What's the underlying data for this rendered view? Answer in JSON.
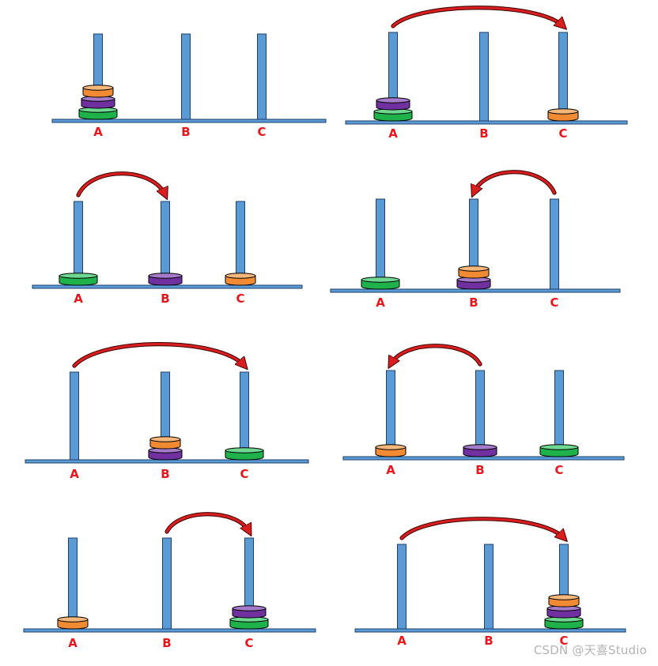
{
  "colors": {
    "rod": "#5b9bd5",
    "rod_stroke": "#1f3f6a",
    "arrow_fill": "#d81e1e",
    "label": "#e8161b",
    "disks": {
      "small": {
        "fill": "#f08a33",
        "top": "#f6b77a"
      },
      "medium": {
        "fill": "#7030a0",
        "top": "#a47ac9"
      },
      "large": {
        "fill": "#1fb24a",
        "top": "#6fd890"
      }
    }
  },
  "peg_labels": [
    "A",
    "B",
    "C"
  ],
  "panels": [
    {
      "id": "state-1",
      "stacks": {
        "A": [
          "large",
          "medium",
          "small"
        ],
        "B": [],
        "C": []
      },
      "move": null
    },
    {
      "id": "state-2",
      "stacks": {
        "A": [
          "large",
          "medium"
        ],
        "B": [],
        "C": [
          "small"
        ]
      },
      "move": {
        "from": "A",
        "to": "C"
      }
    },
    {
      "id": "state-3",
      "stacks": {
        "A": [
          "large"
        ],
        "B": [
          "medium"
        ],
        "C": [
          "small"
        ]
      },
      "move": {
        "from": "A",
        "to": "B"
      }
    },
    {
      "id": "state-4",
      "stacks": {
        "A": [
          "large"
        ],
        "B": [
          "medium",
          "small"
        ],
        "C": []
      },
      "move": {
        "from": "C",
        "to": "B"
      }
    },
    {
      "id": "state-5",
      "stacks": {
        "A": [],
        "B": [
          "medium",
          "small"
        ],
        "C": [
          "large"
        ]
      },
      "move": {
        "from": "A",
        "to": "C"
      }
    },
    {
      "id": "state-6",
      "stacks": {
        "A": [
          "small"
        ],
        "B": [
          "medium"
        ],
        "C": [
          "large"
        ]
      },
      "move": {
        "from": "B",
        "to": "A"
      }
    },
    {
      "id": "state-7",
      "stacks": {
        "A": [
          "small"
        ],
        "B": [],
        "C": [
          "large",
          "medium"
        ]
      },
      "move": {
        "from": "B",
        "to": "C"
      }
    },
    {
      "id": "state-8",
      "stacks": {
        "A": [],
        "B": [],
        "C": [
          "large",
          "medium",
          "small"
        ]
      },
      "move": {
        "from": "A",
        "to": "C"
      }
    }
  ],
  "watermark": "CSDN @天喜Studio"
}
